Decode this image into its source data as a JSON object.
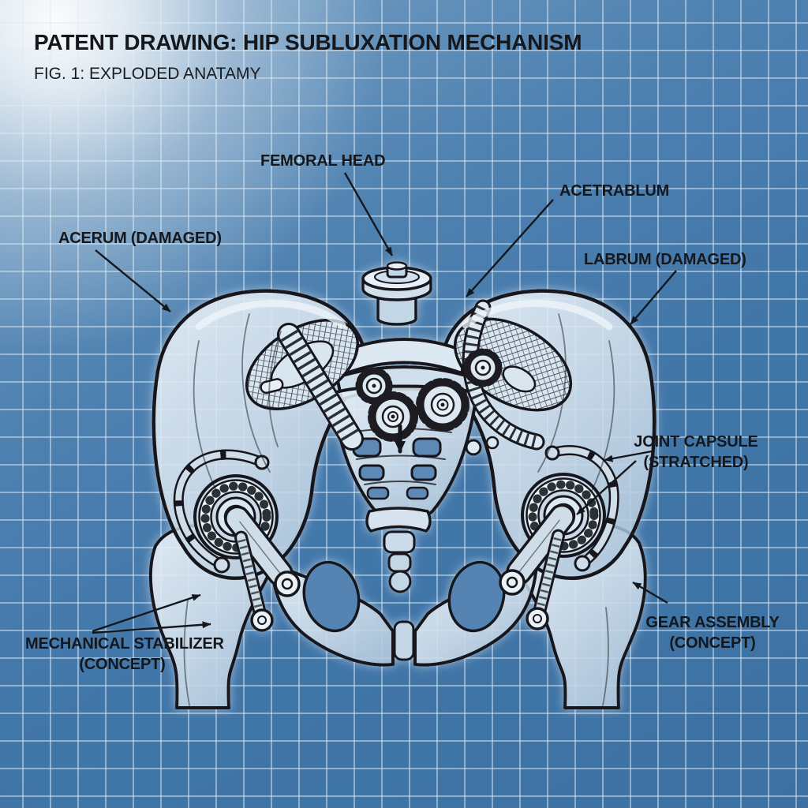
{
  "header": {
    "title": "PATENT DRAWING: HIP SUBLUXATION MECHANISM",
    "subtitle": "FIG. 1: EXPLODED ANATAMY"
  },
  "annotations": {
    "femoral_head": {
      "text": "FEMORAL HEAD"
    },
    "acetrablum": {
      "text": "ACETRABLUM"
    },
    "acerum_damaged": {
      "text": "ACERUM (DAMAGED)"
    },
    "labrum_damaged": {
      "text": "LABRUM (DAMAGED)"
    },
    "joint_capsule": {
      "line1": "JOINT CAPSULE",
      "line2": "(STRATCHED)"
    },
    "gear_assembly": {
      "line1": "GEAR ASSEMBLY",
      "line2": "(CONCEPT)"
    },
    "mechanical_stabilizer": {
      "line1": "MECHANICAL STABILIZER",
      "line2": "(CONCEPT)"
    }
  },
  "style": {
    "background_blue": "#4478ab",
    "grid_line_color": "#c3d3e2",
    "ink_color": "#14181d",
    "bone_fill_color": "#d3e2ee",
    "glow_color": "#ffffff"
  }
}
